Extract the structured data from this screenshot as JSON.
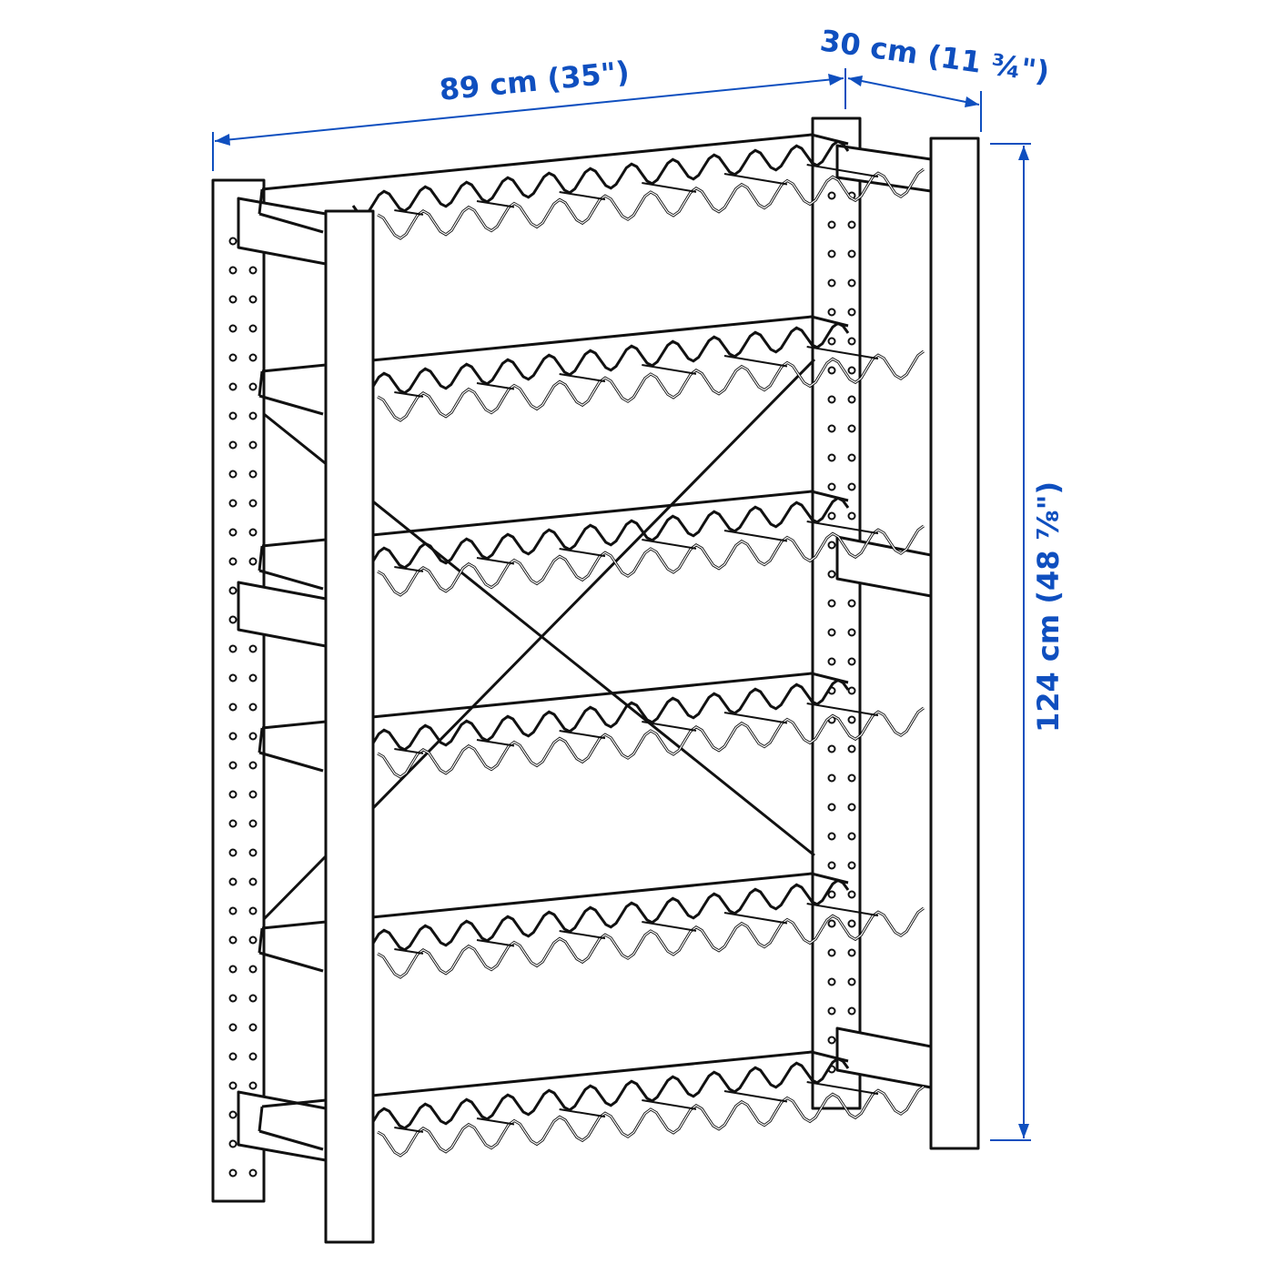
{
  "dimensions": {
    "width": "89 cm (35\")",
    "depth": "30 cm (11 ¾\")",
    "height": "124 cm (48 ⅞\")"
  },
  "colors": {
    "dimension": "#0f4fbf",
    "line": "#111111",
    "background": "#ffffff"
  },
  "shelf_count": 6
}
